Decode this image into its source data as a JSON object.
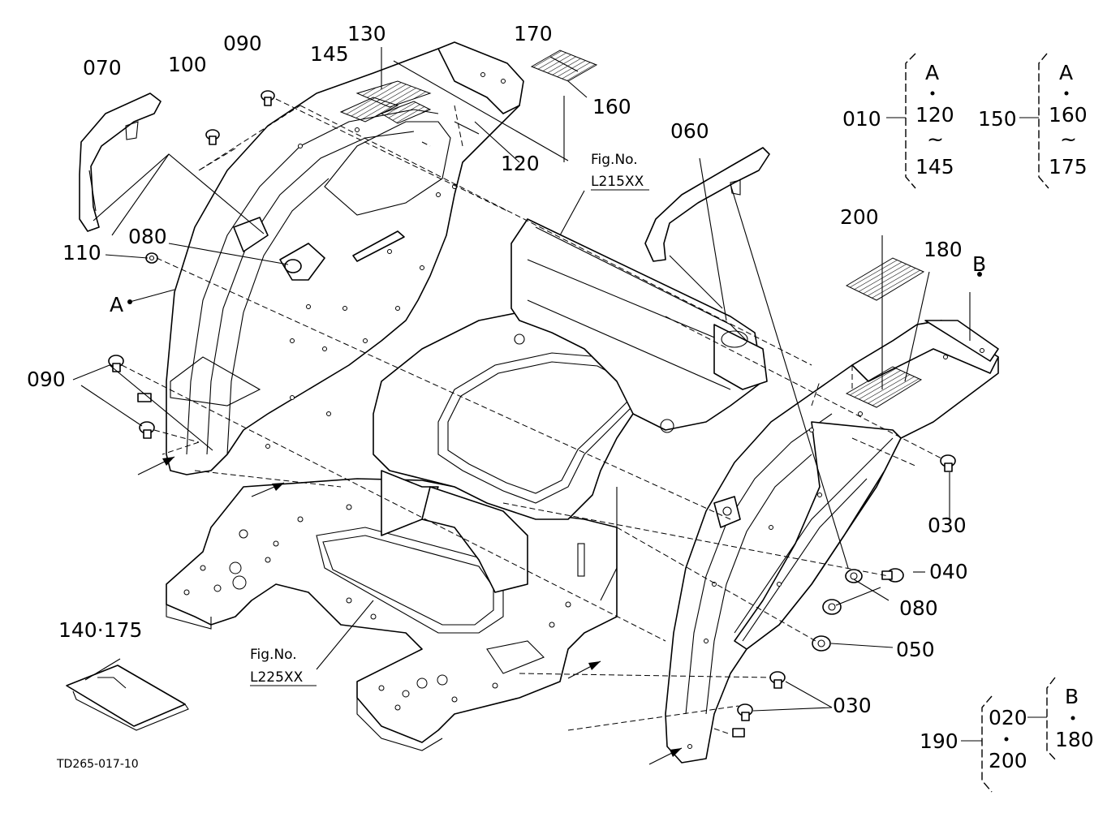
{
  "callouts": {
    "p070": "070",
    "p100": "100",
    "p090_top": "090",
    "p145": "145",
    "p130": "130",
    "p170": "170",
    "p160": "160",
    "p120": "120",
    "p060": "060",
    "p080_left": "080",
    "p110": "110",
    "ref_a_left": "A",
    "p090_left": "090",
    "p200": "200",
    "p180": "180",
    "ref_b": "B",
    "p030_right": "030",
    "p040": "040",
    "p080_right": "080",
    "p050": "050",
    "p030_bottom": "030",
    "p140_175": "140·175"
  },
  "fig_refs": {
    "upper_line1": "Fig.No.",
    "upper_line2": "L215XX",
    "lower_line1": "Fig.No.",
    "lower_line2": "L225XX"
  },
  "sets": {
    "set1": {
      "code": "010",
      "ref": "A",
      "from": "120",
      "tilde": "~",
      "to": "145"
    },
    "set2": {
      "code": "150",
      "ref": "A",
      "from": "160",
      "tilde": "~",
      "to": "175"
    },
    "set3": {
      "code": "190",
      "item_a": "020",
      "item_b": "200",
      "ref": "B",
      "item_c": "180"
    }
  },
  "drawing_code": "TD265-017-10",
  "style": {
    "line_color": "#000000",
    "background": "#ffffff"
  }
}
